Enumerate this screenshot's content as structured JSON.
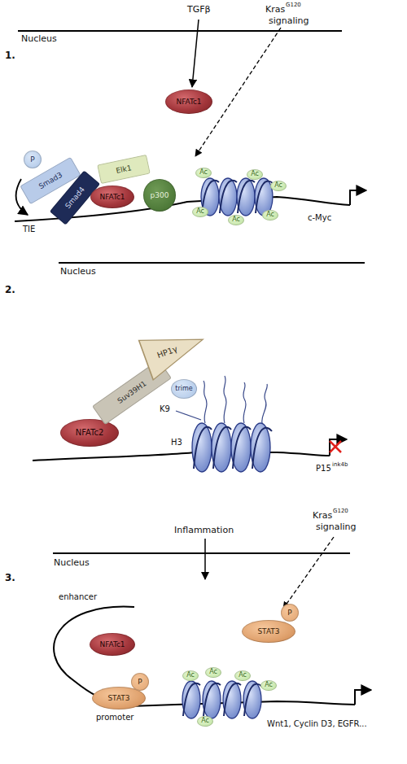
{
  "diagram": {
    "nodes": [
      {
        "text": [
          "NFATc1"
        ]
      },
      {
        "text": [
          "P"
        ]
      },
      {
        "text": [
          "Smad3"
        ]
      },
      {
        "text": [
          "Smad4"
        ]
      },
      {
        "text": [
          "Elk1"
        ]
      },
      {
        "text": [
          "NFATc1"
        ]
      },
      {
        "text": [
          "p300"
        ]
      },
      {
        "text": [
          "Ac"
        ]
      },
      {
        "text": [
          "Ac"
        ]
      },
      {
        "text": [
          "Ac"
        ]
      },
      {
        "text": [
          "Ac"
        ]
      },
      {
        "text": [
          "Ac"
        ]
      },
      {
        "text": [
          "Ac"
        ]
      },
      {
        "text": [
          "NFATc2"
        ]
      },
      {
        "text": [
          "Suv39H1"
        ]
      },
      {
        "text": [
          "HP1γ"
        ]
      },
      {
        "text": [
          "trime"
        ]
      },
      {
        "text": [
          "STAT3"
        ]
      },
      {
        "text": [
          "P"
        ]
      },
      {
        "text": [
          "NFATc1"
        ]
      },
      {
        "text": [
          "STAT3"
        ]
      },
      {
        "text": [
          "P"
        ]
      },
      {
        "text": [
          "Ac"
        ]
      },
      {
        "text": [
          "Ac"
        ]
      },
      {
        "text": [
          "Ac"
        ]
      },
      {
        "text": [
          "Ac"
        ]
      },
      {
        "text": [
          "Ac"
        ]
      }
    ],
    "labels": [
      "1.",
      "Nucleus",
      "TGFβ",
      "Kras",
      "G120",
      "signaling",
      "TIE",
      "c-Myc",
      "Nucleus",
      "2.",
      "K9",
      "H3",
      "P15",
      "ink4b",
      "Inflammation",
      "Kras",
      "G120",
      "signaling",
      "Nucleus",
      "3.",
      "enhancer",
      "promoter",
      "Wnt1, Cyclin D3, EGFR..."
    ]
  }
}
